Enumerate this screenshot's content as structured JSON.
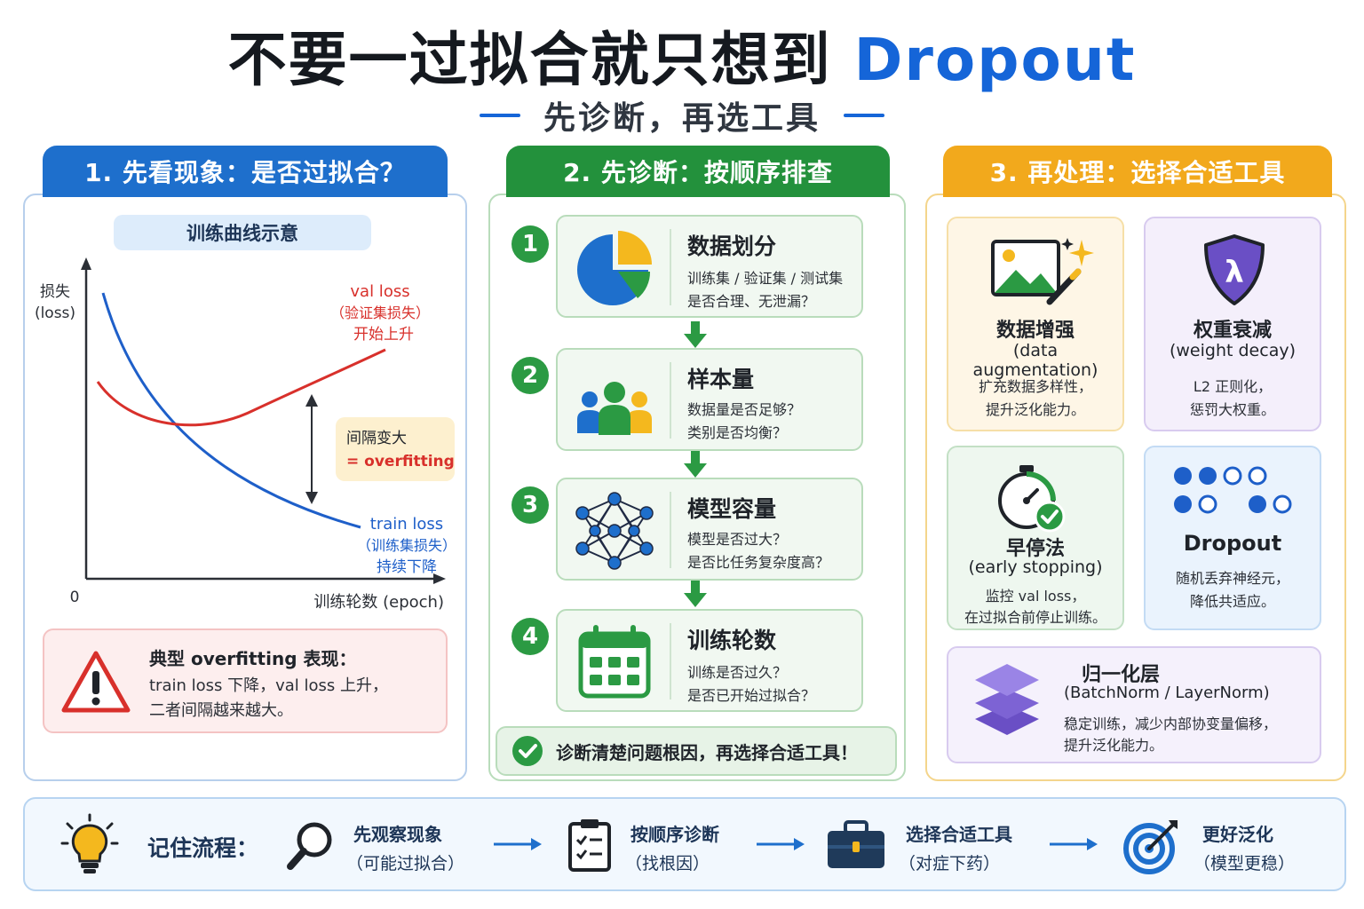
{
  "header": {
    "title_main": "不要一过拟合就只想到 ",
    "title_accent": "Dropout",
    "subtitle": "先诊断，再选工具"
  },
  "colors": {
    "blue": "#1e6fcc",
    "green": "#23913c",
    "orange": "#f2a91c",
    "red": "#d8302b",
    "purple": "#6a4fc5"
  },
  "panel1": {
    "tab": "1. 先看现象：是否过拟合？",
    "chip": "训练曲线示意",
    "chart": {
      "y_label_1": "损失",
      "y_label_2": "(loss)",
      "x_label": "训练轮数 (epoch)",
      "origin": "0",
      "val_1": "val loss",
      "val_2": "（验证集损失）",
      "val_3": "开始上升",
      "train_1": "train loss",
      "train_2": "（训练集损失）",
      "train_3": "持续下降",
      "gap_1": "间隔变大",
      "gap_2": "= overfitting"
    },
    "warning": {
      "title": "典型 overfitting 表现：",
      "line1": "train loss 下降，val loss 上升，",
      "line2": "二者间隔越来越大。"
    }
  },
  "panel2": {
    "tab": "2. 先诊断：按顺序排查",
    "steps": [
      {
        "num": "1",
        "title": "数据划分",
        "line1": "训练集 / 验证集 / 测试集",
        "line2": "是否合理、无泄漏？",
        "icon": "pie-chart-icon"
      },
      {
        "num": "2",
        "title": "样本量",
        "line1": "数据量是否足够？",
        "line2": "类别是否均衡？",
        "icon": "people-group-icon"
      },
      {
        "num": "3",
        "title": "模型容量",
        "line1": "模型是否过大？",
        "line2": "是否比任务复杂度高？",
        "icon": "neural-network-icon"
      },
      {
        "num": "4",
        "title": "训练轮数",
        "line1": "训练是否过久？",
        "line2": "是否已开始过拟合？",
        "icon": "calendar-icon"
      }
    ],
    "summary": "诊断清楚问题根因，再选择合适工具！"
  },
  "panel3": {
    "tab": "3. 再处理：选择合适工具",
    "augmentation": {
      "title": "数据增强",
      "subtitle": "(data augmentation)",
      "line1": "扩充数据多样性，",
      "line2": "提升泛化能力。",
      "icon": "image-magic-wand-icon"
    },
    "weight_decay": {
      "title": "权重衰减",
      "subtitle": "(weight decay)",
      "line1": "L2 正则化，",
      "line2": "惩罚大权重。",
      "icon": "lambda-shield-icon",
      "symbol": "λ"
    },
    "early_stopping": {
      "title": "早停法",
      "subtitle": "(early stopping)",
      "line1": "监控 val loss，",
      "line2": "在过拟合前停止训练。",
      "icon": "stopwatch-check-icon"
    },
    "dropout": {
      "title": "Dropout",
      "line1": "随机丢弃神经元，",
      "line2": "降低共适应。",
      "icon": "dropout-dots-icon"
    },
    "normalization": {
      "title": "归一化层",
      "subtitle": "(BatchNorm / LayerNorm)",
      "line1": "稳定训练，减少内部协变量偏移，",
      "line2": "提升泛化能力。",
      "icon": "layers-stack-icon"
    }
  },
  "flow": {
    "label": "记住流程：",
    "steps": [
      {
        "line1": "先观察现象",
        "line2": "（可能过拟合）",
        "icon": "magnifier-icon"
      },
      {
        "line1": "按顺序诊断",
        "line2": "（找根因）",
        "icon": "checklist-icon"
      },
      {
        "line1": "选择合适工具",
        "line2": "（对症下药）",
        "icon": "toolbox-icon"
      },
      {
        "line1": "更好泛化",
        "line2": "（模型更稳）",
        "icon": "target-icon"
      }
    ]
  }
}
